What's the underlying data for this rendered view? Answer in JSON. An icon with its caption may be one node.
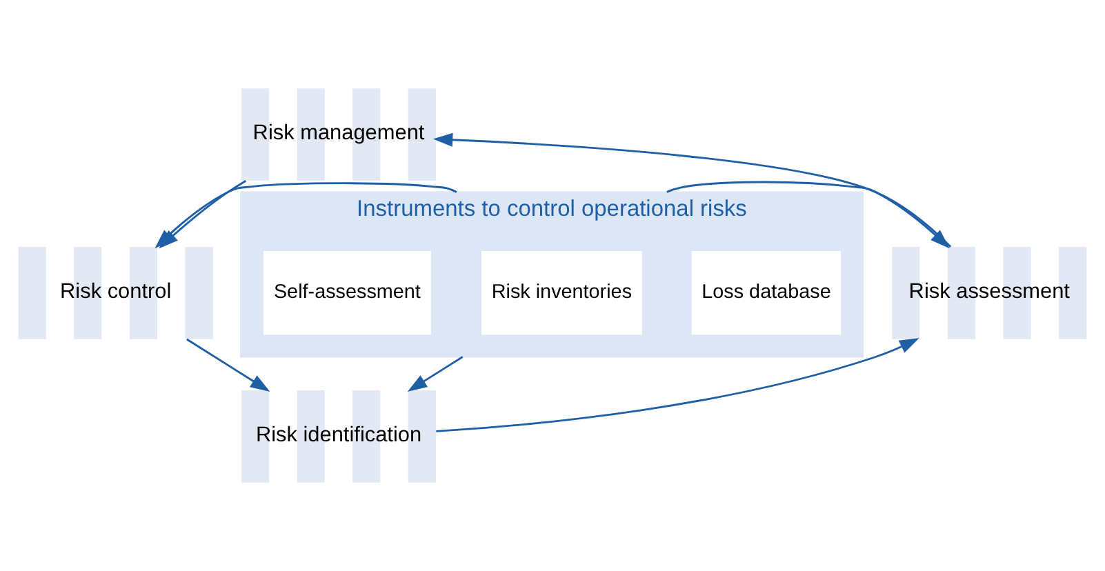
{
  "diagram": {
    "nodes": [
      {
        "text": [
          "Risk management"
        ]
      },
      {
        "text": [
          "Risk control"
        ]
      },
      {
        "text": [
          "Instruments to control operational risks"
        ]
      },
      {
        "text": [
          "Self-assessment"
        ],
        "in": 2
      },
      {
        "text": [
          "Risk inventories"
        ],
        "in": 2
      },
      {
        "text": [
          "Loss database"
        ],
        "in": 2
      },
      {
        "text": [
          "Risk assessment"
        ]
      },
      {
        "text": [
          "Risk identification"
        ]
      }
    ],
    "edges": [
      {
        "from": 0,
        "to": 1,
        "arrow": "to"
      },
      {
        "from": 1,
        "to": 7,
        "arrow": "to"
      },
      {
        "from": 7,
        "to": 6,
        "arrow": "to"
      },
      {
        "from": 6,
        "to": 0,
        "arrow": "to"
      },
      {
        "from": 2,
        "to": 1,
        "arrow": "to"
      },
      {
        "from": 2,
        "to": 6,
        "arrow": "to"
      },
      {
        "from": 2,
        "to": 7,
        "arrow": "to"
      }
    ]
  }
}
